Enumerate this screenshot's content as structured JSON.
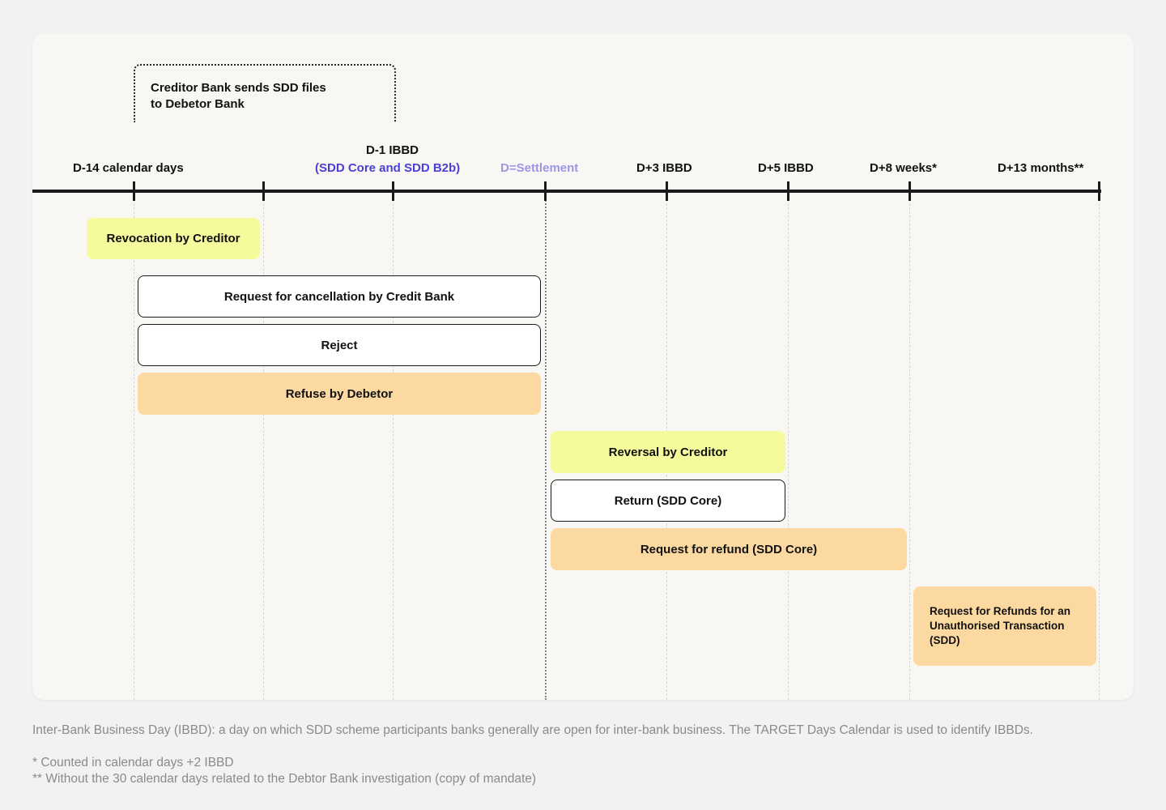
{
  "timeline": {
    "markers": [
      {
        "id": "d14",
        "label": "D-14 calendar days"
      },
      {
        "id": "d1",
        "label": "D-1 IBBD",
        "sublabel": "(SDD Core and SDD B2b)"
      },
      {
        "id": "d0",
        "label": "D=Settlement"
      },
      {
        "id": "d3",
        "label": "D+3 IBBD"
      },
      {
        "id": "d5",
        "label": "D+5 IBBD"
      },
      {
        "id": "d8w",
        "label": "D+8 weeks*"
      },
      {
        "id": "d13m",
        "label": "D+13 months**"
      }
    ],
    "bracket_text": "Creditor Bank sends SDD files\nto Debetor Bank"
  },
  "bars": {
    "revocation": "Revocation by Creditor",
    "cancellation": "Request for cancellation by Credit Bank",
    "reject": "Reject",
    "refuse": "Refuse by Debetor",
    "reversal": "Reversal by Creditor",
    "return": "Return (SDD Core)",
    "refund": "Request for refund (SDD Core)",
    "refund_unauth": "Request for Refunds for an\nUnauthorised Transaction\n(SDD)"
  },
  "footnotes": {
    "ibbd": "Inter-Bank Business Day (IBBD): a day on which SDD scheme participants banks generally are open for inter-bank business. The TARGET Days Calendar is used to identify IBBDs.",
    "note1": "* Counted in calendar days +2 IBBD",
    "note2": "** Without the 30 calendar days related to the Debtor Bank investigation (copy of mandate)"
  },
  "colors": {
    "yellow": "#f5fb9c",
    "orange": "#fdd9a2",
    "sublabel_blue": "#4b3fd6",
    "settlement_purple": "#9d96e6"
  }
}
